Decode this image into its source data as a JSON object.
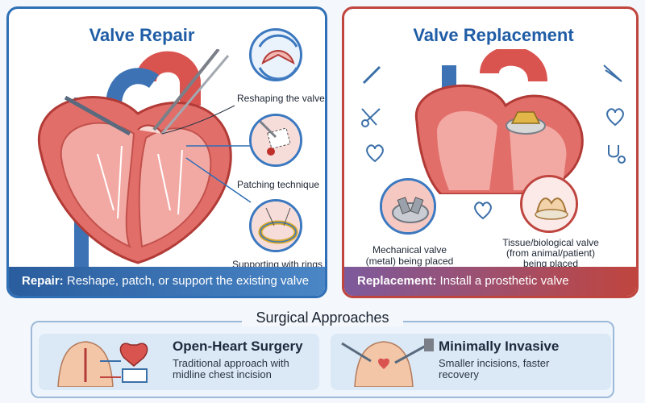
{
  "repair": {
    "title": "Valve Repair",
    "steps": [
      {
        "label": "Reshaping the valve"
      },
      {
        "label": "Patching technique"
      },
      {
        "label": "Supporting with rings"
      }
    ],
    "banner_bold": "Repair:",
    "banner_text": " Reshape, patch, or support the existing valve"
  },
  "replacement": {
    "title": "Valve Replacement",
    "mechanical_caption": [
      "Mechanical valve",
      "(metal) being placed"
    ],
    "tissue_caption": [
      "Tissue/biological valve",
      "(from animal/patient)",
      "being placed"
    ],
    "banner_bold": "Replacement:",
    "banner_text": " Install a prosthetic valve"
  },
  "approaches": {
    "title": "Surgical Approaches",
    "open": {
      "title": "Open-Heart Surgery",
      "desc": [
        "Traditional approach with",
        "midline chest incision"
      ]
    },
    "minimal": {
      "title": "Minimally Invasive",
      "desc": [
        "Smaller incisions, faster",
        "recovery"
      ]
    }
  },
  "colors": {
    "repair_accent": "#2f6fb5",
    "replacement_accent": "#c0453f",
    "heart_red": "#d9534f",
    "vessel_blue": "#3d73b5"
  }
}
